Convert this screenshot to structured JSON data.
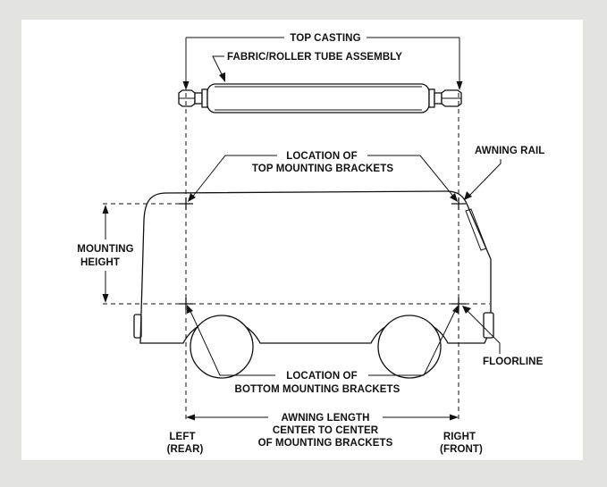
{
  "colors": {
    "background": "#e3e3df",
    "panel": "#ffffff",
    "ink": "#111111"
  },
  "labels": {
    "top_casting": "TOP CASTING",
    "fabric_roller": "FABRIC/ROLLER TUBE ASSEMBLY",
    "top_brackets_line1": "LOCATION OF",
    "top_brackets_line2": "TOP MOUNTING BRACKETS",
    "awning_rail": "AWNING RAIL",
    "mounting_height_line1": "MOUNTING",
    "mounting_height_line2": "HEIGHT",
    "floorline": "FLOORLINE",
    "bottom_brackets_line1": "LOCATION OF",
    "bottom_brackets_line2": "BOTTOM MOUNTING BRACKETS",
    "awning_length_line1": "AWNING LENGTH",
    "awning_length_line2": "CENTER TO CENTER",
    "awning_length_line3": "OF MOUNTING BRACKETS",
    "left_line1": "LEFT",
    "left_line2": "(REAR)",
    "right_line1": "RIGHT",
    "right_line2": "(FRONT)"
  }
}
